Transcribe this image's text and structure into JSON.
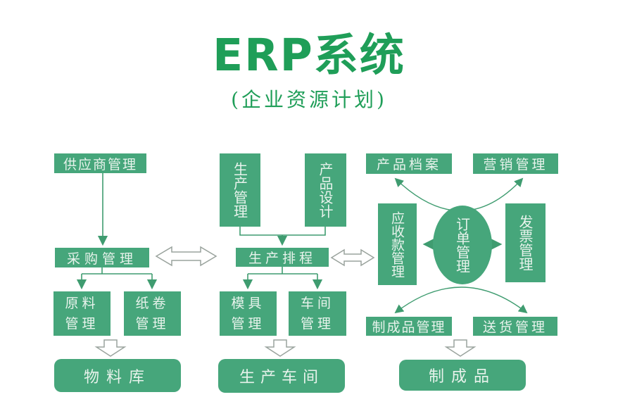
{
  "header": {
    "title": "ERP系统",
    "subtitle": "(企业资源计划)"
  },
  "colors": {
    "node_green": "#46a67b",
    "title_green": "#1f9e58",
    "arrow_green": "#3f9c70",
    "outline_gray": "#9aa39d"
  },
  "nodes": {
    "supplier": {
      "label": "供应商管理"
    },
    "purchasing": {
      "label": "采购管理"
    },
    "raw_material": {
      "label": "原料\n管理"
    },
    "paper_roll": {
      "label": "纸卷\n管理"
    },
    "material_warehouse": {
      "label": "物料库"
    },
    "production_mgmt": {
      "label": "生产管理"
    },
    "product_design": {
      "label": "产品设计"
    },
    "production_schedule": {
      "label": "生产排程"
    },
    "mold_mgmt": {
      "label": "模具\n管理"
    },
    "workshop_mgmt": {
      "label": "车间\n管理"
    },
    "production_workshop": {
      "label": "生产车间"
    },
    "product_archive": {
      "label": "产品档案"
    },
    "marketing_mgmt": {
      "label": "营销管理"
    },
    "receivables_mgmt": {
      "label": "应收款管理"
    },
    "order_mgmt": {
      "label": "订单管理"
    },
    "invoice_mgmt": {
      "label": "发票管理"
    },
    "finished_goods_mgmt": {
      "label": "制成品管理"
    },
    "delivery_mgmt": {
      "label": "送货管理"
    },
    "finished_goods": {
      "label": "制成品"
    }
  }
}
